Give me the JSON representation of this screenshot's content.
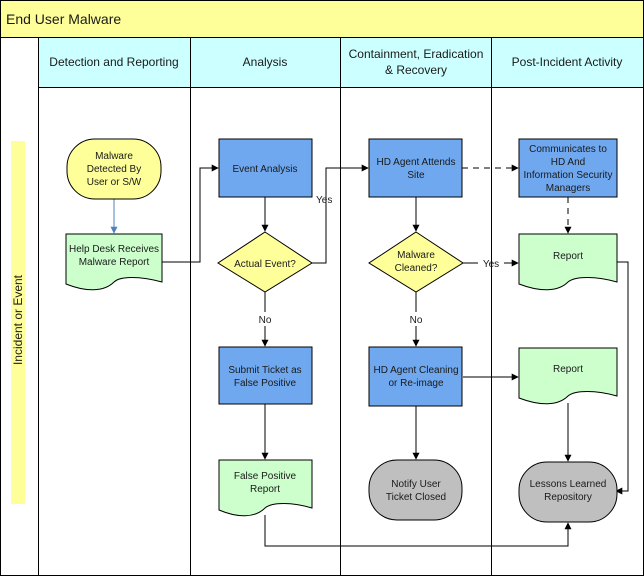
{
  "title": "End User Malware",
  "lane_label": "Incident or Event",
  "columns": [
    {
      "id": "detection",
      "lines": [
        "Detection and Reporting"
      ]
    },
    {
      "id": "analysis",
      "lines": [
        "Analysis"
      ]
    },
    {
      "id": "containment",
      "lines": [
        "Containment, Eradication",
        "& Recovery"
      ]
    },
    {
      "id": "post",
      "lines": [
        "Post-Incident Activity"
      ]
    }
  ],
  "nodes": {
    "malware_detected": [
      "Malware",
      "Detected By",
      "User or S/W"
    ],
    "help_desk": [
      "Help Desk Receives",
      "Malware Report"
    ],
    "event_analysis": [
      "Event Analysis"
    ],
    "actual_event": [
      "Actual Event?"
    ],
    "submit_ticket": [
      "Submit Ticket as",
      "False Positive"
    ],
    "false_positive_report": [
      "False Positive",
      "Report"
    ],
    "hd_agent_attends": [
      "HD Agent Attends",
      "Site"
    ],
    "malware_cleaned": [
      "Malware",
      "Cleaned?"
    ],
    "hd_agent_cleaning": [
      "HD Agent Cleaning",
      "or Re-image"
    ],
    "notify_user": [
      "Notify User",
      "Ticket Closed"
    ],
    "communicates": [
      "Communicates to",
      "HD  And",
      "Information Security",
      "Managers"
    ],
    "report_1": [
      "Report"
    ],
    "report_2": [
      "Report"
    ],
    "lessons_learned": [
      "Lessons Learned",
      "Repository"
    ]
  },
  "edge_labels": {
    "actual_yes": "Yes",
    "actual_no": "No",
    "cleaned_yes": "Yes",
    "cleaned_no": "No"
  },
  "colors": {
    "title_bg": "#ffff99",
    "header_bg": "#ccffff",
    "lane_bg": "#ffff99",
    "process": "#6fa8ef",
    "document": "#ccffcc",
    "decision": "#ffff99",
    "start": "#ffff99",
    "terminal": "#bfbfbf",
    "edge": "#000000",
    "flow_blue": "#4f81bd"
  }
}
